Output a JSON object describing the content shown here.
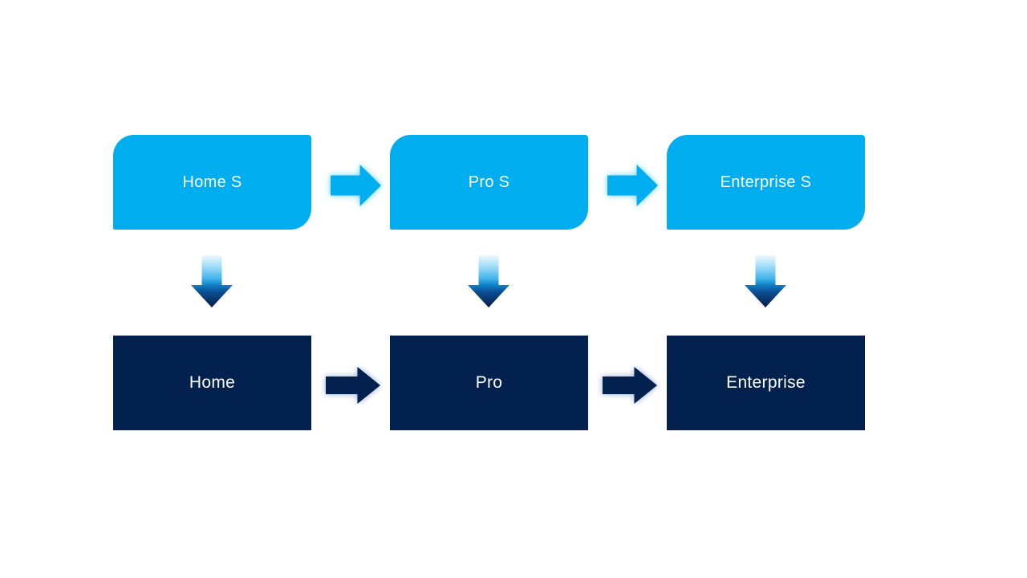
{
  "theme": {
    "background": "#ffffff",
    "accentCyan": "#00aeef",
    "accentNavy": "#03214e",
    "textColor": "#ffffff"
  },
  "diagram": {
    "top_row": [
      {
        "label": "Home S"
      },
      {
        "label": "Pro S"
      },
      {
        "label": "Enterprise S"
      }
    ],
    "bottom_row": [
      {
        "label": "Home"
      },
      {
        "label": "Pro"
      },
      {
        "label": "Enterprise"
      }
    ]
  }
}
